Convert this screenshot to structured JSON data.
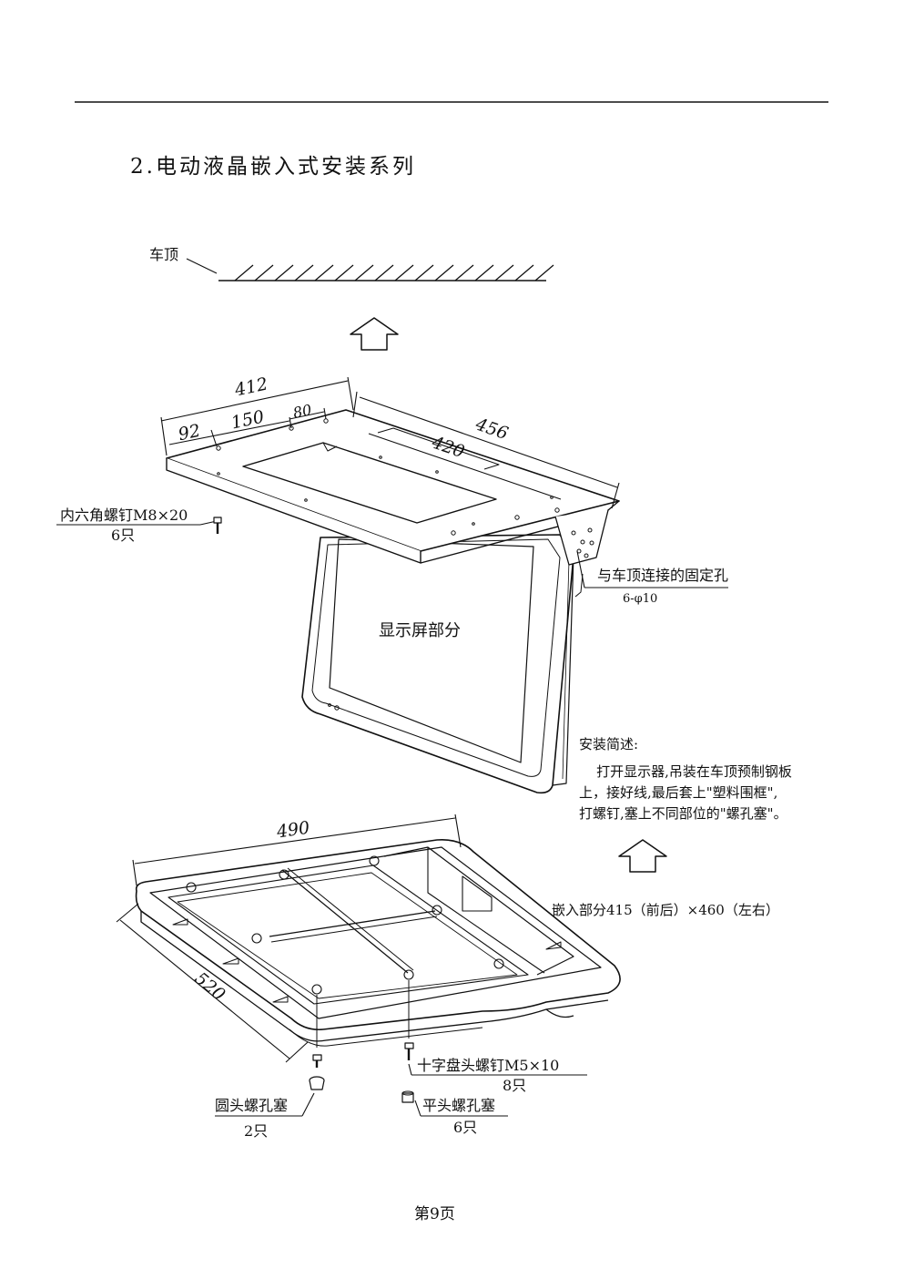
{
  "title": "2.电动液晶嵌入式安装系列",
  "labels": {
    "roof": "车顶",
    "screen_part": "显示屏部分",
    "fixing_holes": "与车顶连接的固定孔",
    "fixing_holes_spec": "6-φ10",
    "hex_screw": "内六角螺钉M8×20",
    "hex_screw_qty": "6只",
    "embed_part": "嵌入部分415（前后）×460（左右）",
    "cross_screw": "十字盘头螺钉M5×10",
    "cross_screw_qty": "8只",
    "round_plug": "圆头螺孔塞",
    "round_plug_qty": "2只",
    "flat_plug": "平头螺孔塞",
    "flat_plug_qty": "6只"
  },
  "dimensions": {
    "d412": "412",
    "d92": "92",
    "d150": "150",
    "d80": "80",
    "d456": "456",
    "d420": "420",
    "d490": "490",
    "d520": "520"
  },
  "notes": {
    "heading": "安装简述:",
    "body": "    打开显示器,吊装在车顶预制钢板\n上，接好线,最后套上\"塑料围框\",\n打螺钉,塞上不同部位的\"螺孔塞\"。"
  },
  "footer": "第9页"
}
